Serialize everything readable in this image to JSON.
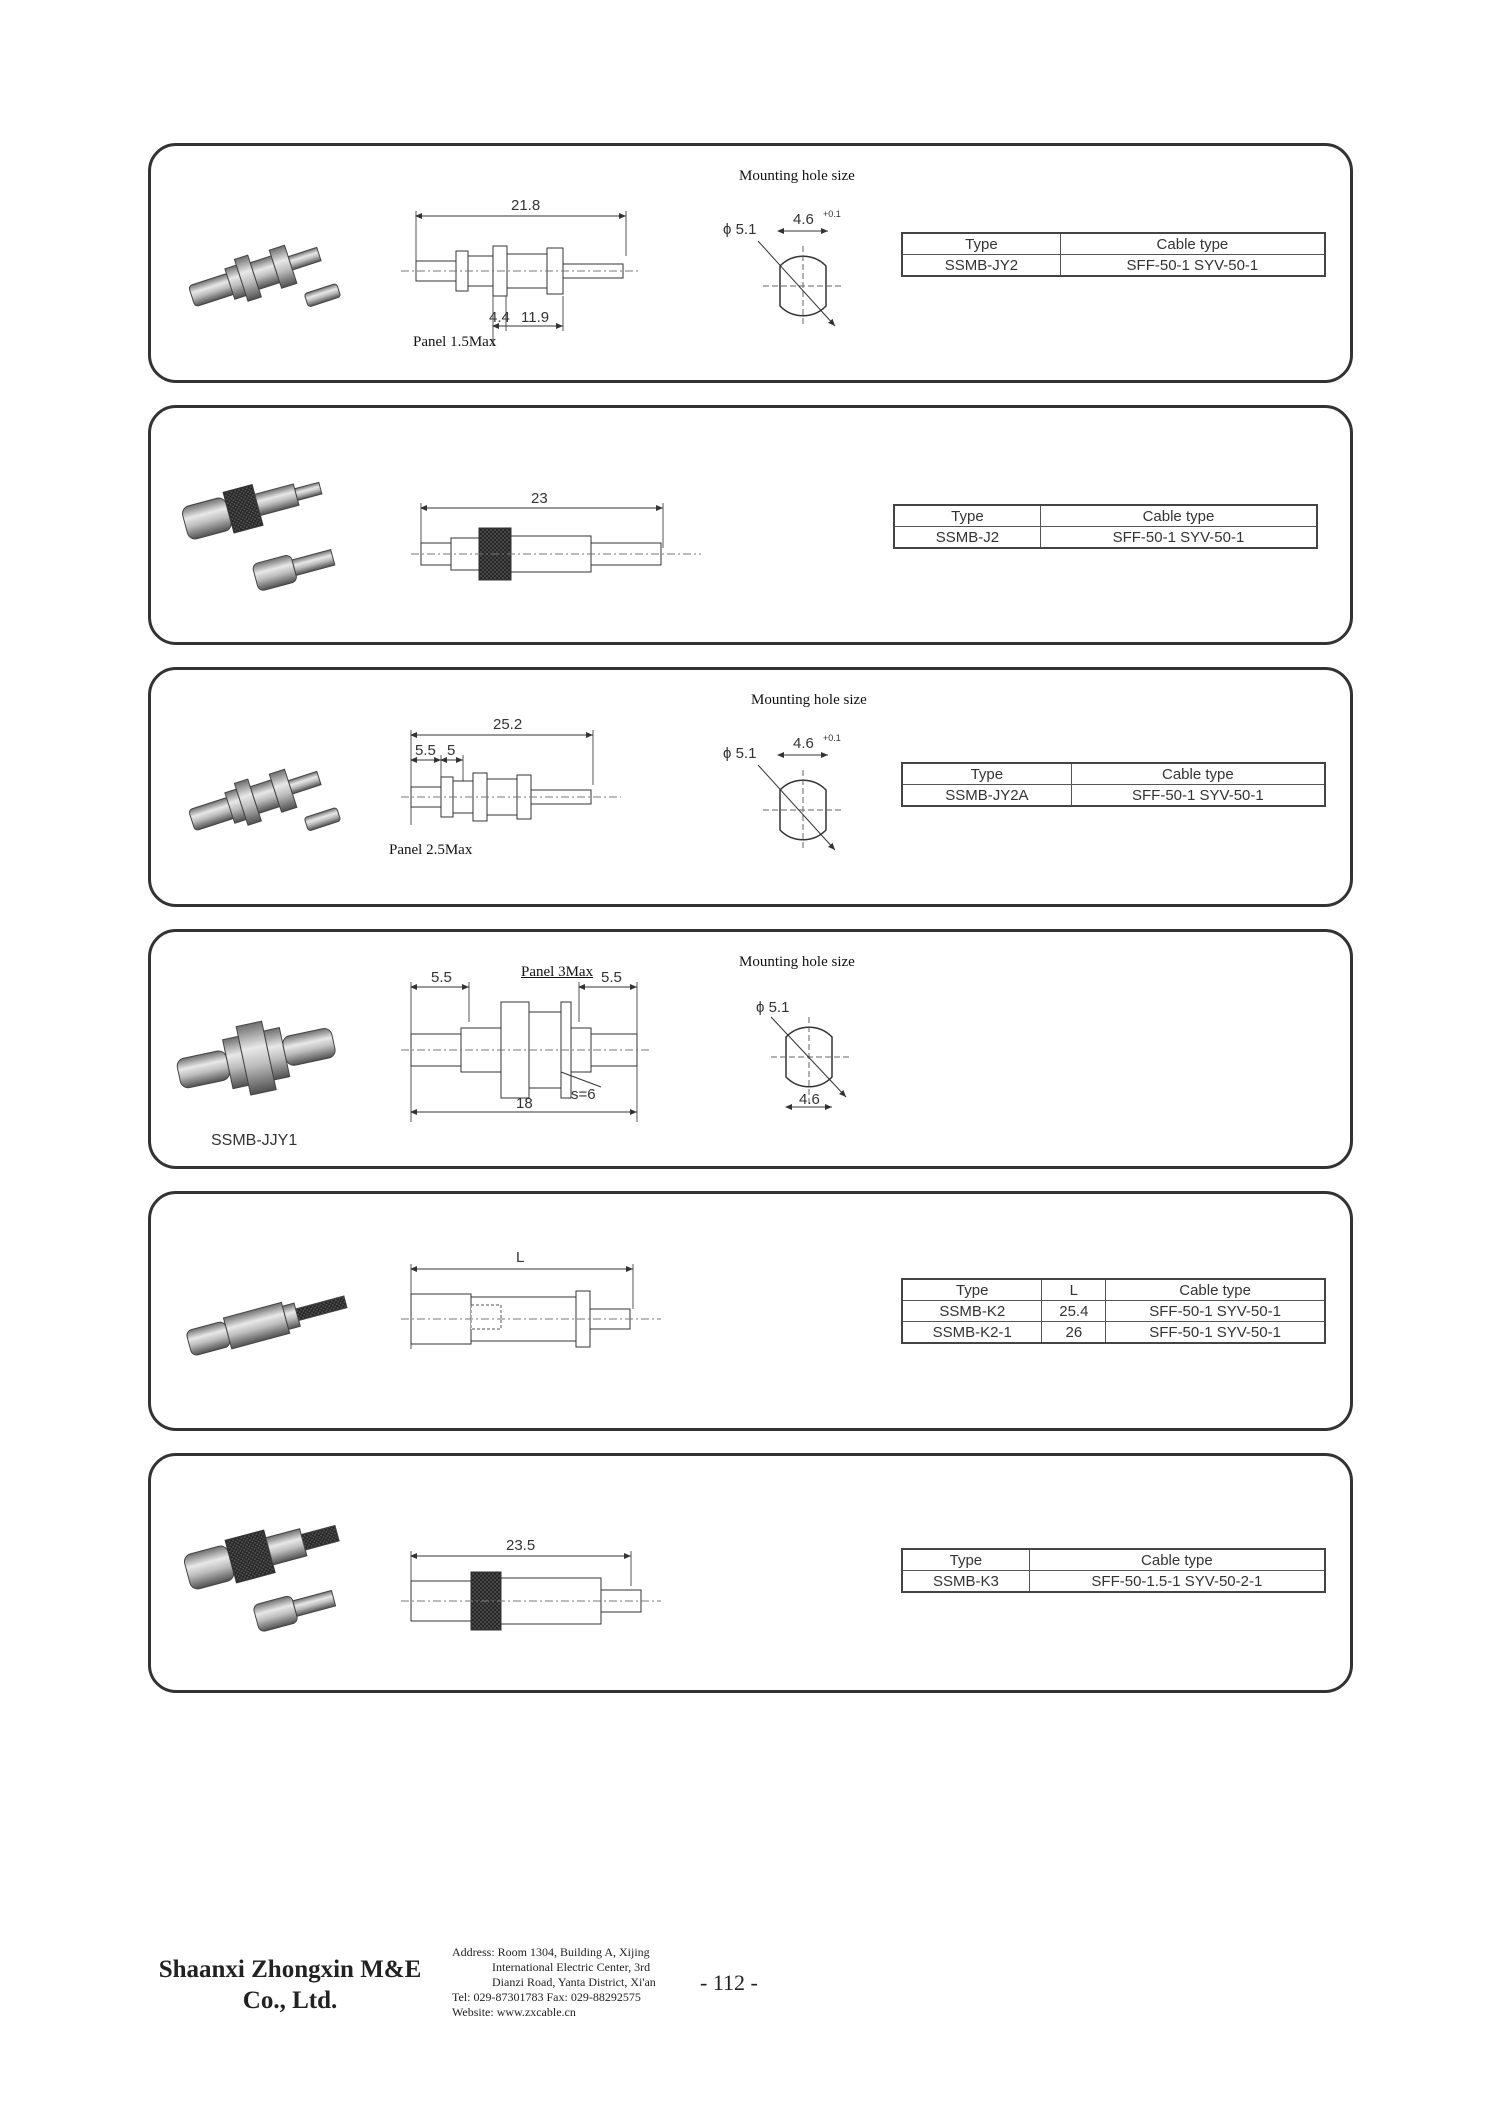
{
  "panels": [
    {
      "mounting_label": "Mounting hole size",
      "dims": {
        "length": "21.8",
        "a": "4.4",
        "b": "11.9",
        "panel": "Panel 1.5Max"
      },
      "hole": {
        "dia": "ϕ 5.1",
        "flat": "4.6",
        "tol": "+0.1"
      },
      "table": {
        "headers": [
          "Type",
          "Cable type"
        ],
        "rows": [
          [
            "SSMB-JY2",
            "SFF-50-1  SYV-50-1"
          ]
        ]
      }
    },
    {
      "dims": {
        "length": "23"
      },
      "table": {
        "headers": [
          "Type",
          "Cable type"
        ],
        "rows": [
          [
            "SSMB-J2",
            "SFF-50-1  SYV-50-1"
          ]
        ]
      }
    },
    {
      "mounting_label": "Mounting hole size",
      "dims": {
        "length": "25.2",
        "a": "5.5",
        "b": "5",
        "panel": "Panel 2.5Max"
      },
      "hole": {
        "dia": "ϕ 5.1",
        "flat": "4.6",
        "tol": "+0.1"
      },
      "table": {
        "headers": [
          "Type",
          "Cable type"
        ],
        "rows": [
          [
            "SSMB-JY2A",
            "SFF-50-1  SYV-50-1"
          ]
        ]
      }
    },
    {
      "mounting_label": "Mounting hole size",
      "dims": {
        "a": "5.5",
        "b": "5.5",
        "length": "18",
        "hex": "s=6",
        "panel": "Panel 3Max"
      },
      "hole": {
        "dia": "ϕ 5.1",
        "flat": "4.6"
      },
      "model": "SSMB-JJY1"
    },
    {
      "dims": {
        "length": "L"
      },
      "table": {
        "headers": [
          "Type",
          "L",
          "Cable type"
        ],
        "rows": [
          [
            "SSMB-K2",
            "25.4",
            "SFF-50-1  SYV-50-1"
          ],
          [
            "SSMB-K2-1",
            "26",
            "SFF-50-1  SYV-50-1"
          ]
        ]
      }
    },
    {
      "dims": {
        "length": "23.5"
      },
      "table": {
        "headers": [
          "Type",
          "Cable type"
        ],
        "rows": [
          [
            "SSMB-K3",
            "SFF-50-1.5-1    SYV-50-2-1"
          ]
        ]
      }
    }
  ],
  "footer": {
    "company_line1": "Shaanxi Zhongxin M&E",
    "company_line2": "Co., Ltd.",
    "address": [
      "Address: Room 1304, Building A, Xijing",
      "International Electric Center, 3rd",
      "Dianzi Road, Yanta District, Xi'an",
      "Tel: 029-87301783   Fax: 029-88292575",
      "Website: www.zxcable.cn"
    ],
    "page": "- 112 -"
  }
}
